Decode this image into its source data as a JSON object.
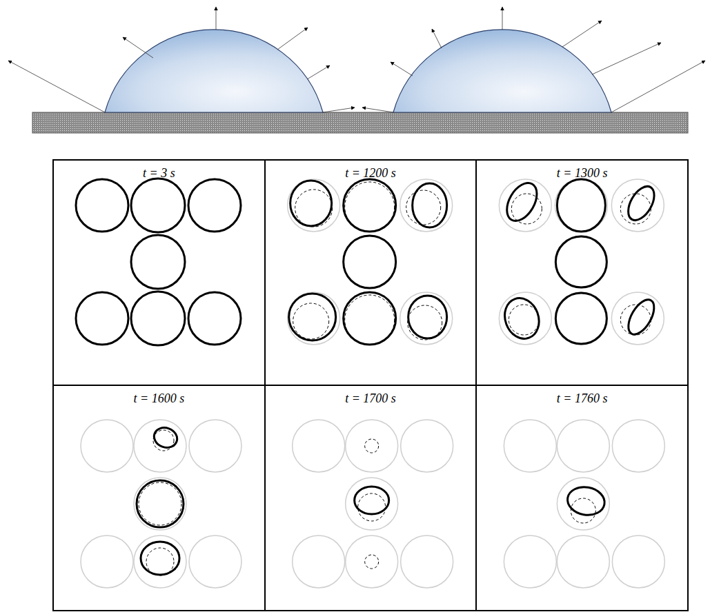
{
  "diagram": {
    "nodes": [
      {
        "text": [
          "t = 3 s"
        ]
      },
      {
        "text": [
          "t = 1200 s"
        ]
      },
      {
        "text": [
          "t = 1300 s"
        ]
      },
      {
        "text": [
          "t = 1600 s"
        ]
      },
      {
        "text": [
          "t = 1700 s"
        ]
      },
      {
        "text": [
          "t = 1760 s"
        ]
      }
    ]
  }
}
